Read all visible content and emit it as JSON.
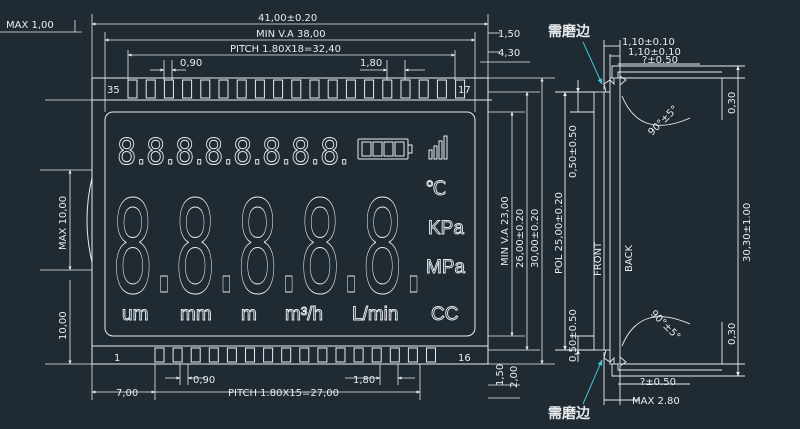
{
  "drawing": {
    "dims": {
      "max_1_00": "MAX 1,00",
      "overall_width": "41,00±0.20",
      "min_va_width": "MIN V.A 38,00",
      "pitch_top": "PITCH 1.80X18=32,40",
      "pin_w_top": "0,90",
      "pin_pitch_top": "1,80",
      "right_top_150": "1,50",
      "right_top_430": "4,30",
      "pitch_bottom": "PITCH 1.80X15=27,00",
      "left_700": "7,00",
      "pin_w_bottom": "0,90",
      "pin_pitch_bottom": "1,80",
      "max_10": "MAX 10,00",
      "left_10": "10,00",
      "min_va_height": "MIN V.A 23,00",
      "h_26": "26,00±0.20",
      "h_30": "30,00±0.20",
      "bottom_150": "1,50",
      "bottom_200": "2,00",
      "pol": "POL 25,00±0.20",
      "dim_050_top": "0,50±0.50",
      "dim_050_bottom": "0,50±0.50",
      "front": "FRONT",
      "back": "BACK",
      "angle_top": "90°±5°",
      "angle_bottom": "90°±5°",
      "side_110_a": "1,10±0.10",
      "side_110_b": "1,10±0.10",
      "side_050_top": "?±0.50",
      "side_050_bottom": "?±0.50",
      "max_280": "MAX 2.80",
      "side_030_top": "0,30",
      "side_030_bottom": "0,30",
      "side_3030": "30,30±1.00",
      "note_top": "需磨边",
      "note_bottom": "需磨边"
    },
    "lcd": {
      "pin_35": "35",
      "pin_17": "17",
      "pin_1": "1",
      "pin_16": "16",
      "small_digits": "8.8.8.8.8.8.8.8.",
      "big_digits": "8.8.8.8.8.",
      "celsius": "℃",
      "kpa": "KPa",
      "mpa": "MPa",
      "units": [
        "um",
        "mm",
        "m",
        "m³/h",
        "L/min",
        "CC"
      ]
    }
  },
  "colors": {
    "background": "#202a33",
    "line": "#e8ecef",
    "leader": "#3fc6d6"
  }
}
